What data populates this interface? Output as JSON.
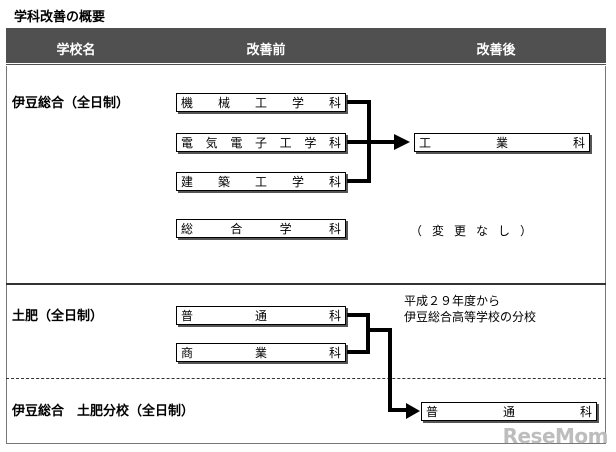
{
  "title": "学科改善の概要",
  "headers": {
    "school": "学校名",
    "before": "改善前",
    "after": "改善後"
  },
  "schools": {
    "izu": "伊豆総合（全日制）",
    "dohi": "土肥（全日制）",
    "izu_dohi": "伊豆総合　土肥分校（全日制）"
  },
  "before": {
    "kikai": "機械工学科",
    "denki": "電気電子工学科",
    "kenchiku": "建築工学科",
    "sogo": "総合学科",
    "futsu": "普通科",
    "shogyo": "商業科"
  },
  "after": {
    "kogyo": "工業科",
    "no_change": "（変更なし）",
    "note_line1": "平成２９年度から",
    "note_line2": "伊豆総合高等学校の分校",
    "futsu": "普通科"
  },
  "watermark": "ReseMom"
}
